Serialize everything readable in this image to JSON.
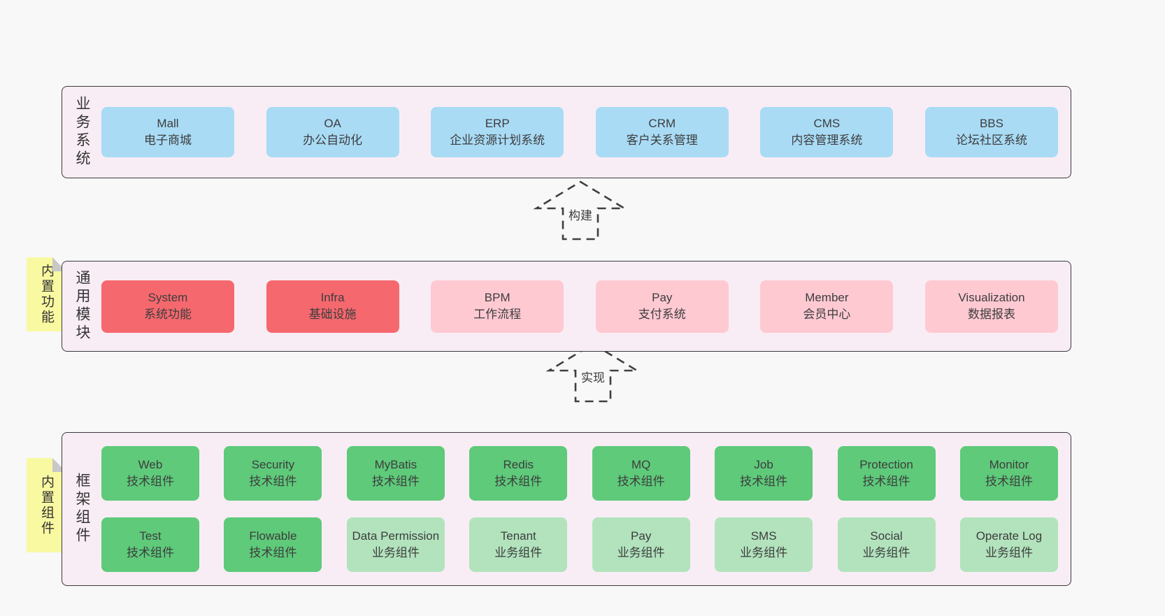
{
  "colors": {
    "page-bg": "#f8f8f8",
    "band-bg": "#f8edf5",
    "band-border": "#3a3a3a",
    "box-blue": "#a9dbf5",
    "box-red": "#f5686e",
    "box-pink": "#ffc9d2",
    "box-green": "#5eca7a",
    "box-green-light": "#b2e3bd",
    "sticky-yellow": "#f9f9a1",
    "sticky-fold": "#c8c8c8",
    "text": "#3c3c3c"
  },
  "bands": [
    {
      "label": "业务系统",
      "boxes": [
        {
          "name": "Mall",
          "desc": "电子商城"
        },
        {
          "name": "OA",
          "desc": "办公自动化"
        },
        {
          "name": "ERP",
          "desc": "企业资源计划系统"
        },
        {
          "name": "CRM",
          "desc": "客户关系管理"
        },
        {
          "name": "CMS",
          "desc": "内容管理系统"
        },
        {
          "name": "BBS",
          "desc": "论坛社区系统"
        }
      ]
    },
    {
      "label": "通用模块",
      "sticky": "内置功能",
      "boxes": [
        {
          "name": "System",
          "desc": "系统功能"
        },
        {
          "name": "Infra",
          "desc": "基础设施"
        },
        {
          "name": "BPM",
          "desc": "工作流程"
        },
        {
          "name": "Pay",
          "desc": "支付系统"
        },
        {
          "name": "Member",
          "desc": "会员中心"
        },
        {
          "name": "Visualization",
          "desc": "数据报表"
        }
      ]
    },
    {
      "label": "框架组件",
      "sticky": "内置组件",
      "rows": [
        [
          {
            "name": "Web",
            "desc": "技术组件"
          },
          {
            "name": "Security",
            "desc": "技术组件"
          },
          {
            "name": "MyBatis",
            "desc": "技术组件"
          },
          {
            "name": "Redis",
            "desc": "技术组件"
          },
          {
            "name": "MQ",
            "desc": "技术组件"
          },
          {
            "name": "Job",
            "desc": "技术组件"
          },
          {
            "name": "Protection",
            "desc": "技术组件"
          },
          {
            "name": "Monitor",
            "desc": "技术组件"
          }
        ],
        [
          {
            "name": "Test",
            "desc": "技术组件"
          },
          {
            "name": "Flowable",
            "desc": "技术组件"
          },
          {
            "name": "Data Permission",
            "desc": "业务组件"
          },
          {
            "name": "Tenant",
            "desc": "业务组件"
          },
          {
            "name": "Pay",
            "desc": "业务组件"
          },
          {
            "name": "SMS",
            "desc": "业务组件"
          },
          {
            "name": "Social",
            "desc": "业务组件"
          },
          {
            "name": "Operate Log",
            "desc": "业务组件"
          }
        ]
      ]
    }
  ],
  "arrows": [
    {
      "label": "构建"
    },
    {
      "label": "实现"
    }
  ]
}
